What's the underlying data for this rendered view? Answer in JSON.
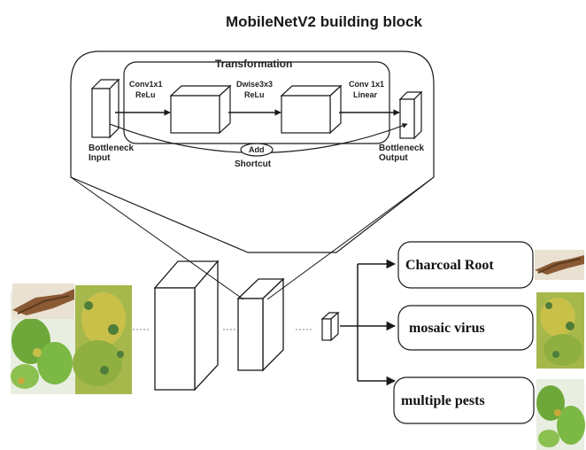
{
  "title": "MobileNetV2 building block",
  "block": {
    "transformation_label": "Transformation",
    "op1_line1": "Conv1x1",
    "op1_line2": "ReLu",
    "op2_line1": "Dwise3x3",
    "op2_line2": "ReLu",
    "op3_line1": "Conv 1x1",
    "op3_line2": "Linear",
    "input_line1": "Bottleneck",
    "input_line2": "Input",
    "output_line1": "Bottleneck",
    "output_line2": "Output",
    "add_label": "Add",
    "shortcut_label": "Shortcut"
  },
  "classes": [
    {
      "label": "Charcoal Root"
    },
    {
      "label": "mosaic virus"
    },
    {
      "label": "multiple pests"
    }
  ],
  "colors": {
    "line": "#1a1a1a",
    "leaf_green": "#6fa83a",
    "leaf_yellow": "#c9c04a",
    "root_brown": "#8a5a34"
  }
}
